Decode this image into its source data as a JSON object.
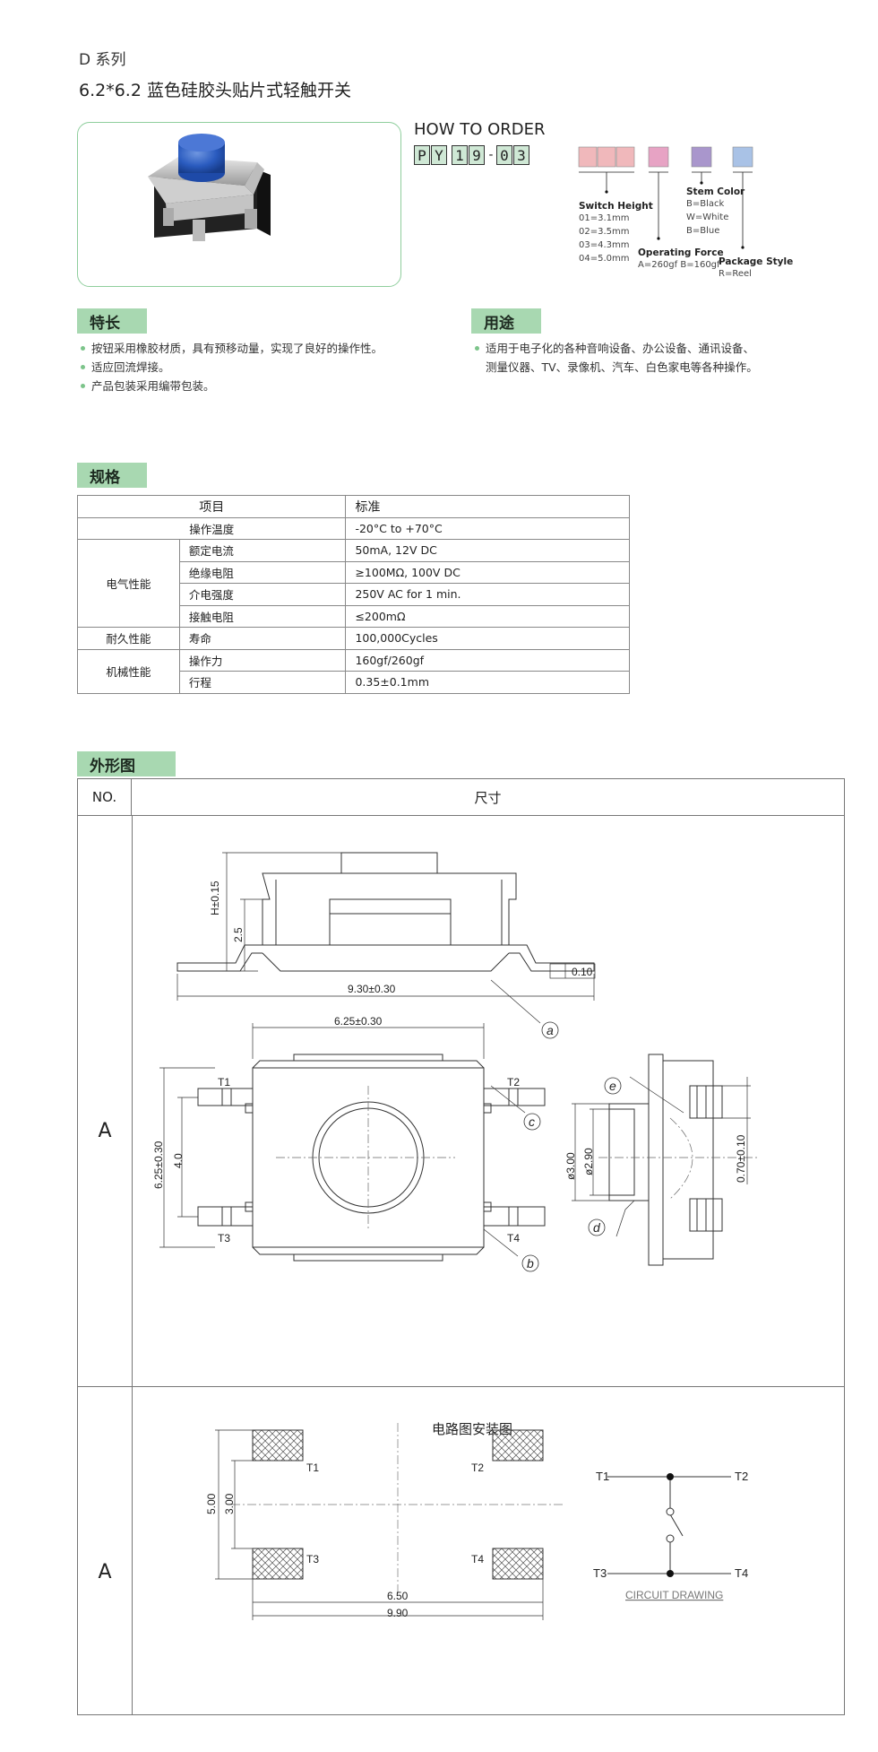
{
  "header": {
    "series": "D 系列",
    "title": "6.2*6.2 蓝色硅胶头贴片式轻触开关"
  },
  "how_to_order": {
    "heading": "HOW TO ORDER",
    "code_chars": [
      "P",
      "Y",
      "1",
      "9",
      "-",
      "0",
      "3"
    ],
    "switch_height": {
      "label": "Switch Height",
      "options": [
        "01=3.1mm",
        "02=3.5mm",
        "03=4.3mm",
        "04=5.0mm"
      ]
    },
    "operating_force": {
      "label": "Operating Force",
      "options": [
        "A=260gf  B=160gf"
      ]
    },
    "stem_color": {
      "label": "Stem Color",
      "options": [
        "B=Black",
        "W=White",
        "B=Blue"
      ]
    },
    "package_style": {
      "label": "Package Style",
      "options": [
        "R=Reel"
      ]
    },
    "colors": {
      "height_box": "#f0b8bb",
      "force_box": "#e7a3c4",
      "stem_box": "#a996cc",
      "package_box": "#a9c2e6"
    }
  },
  "features": {
    "tag": "特长",
    "items": [
      "按钮采用橡胶材质，具有预移动量，实现了良好的操作性。",
      "适应回流焊接。",
      "产品包装采用编带包装。"
    ]
  },
  "applications": {
    "tag": "用途",
    "items": [
      "适用于电子化的各种音响设备、办公设备、通讯设备、\n测量仪器、TV、录像机、汽车、白色家电等各种操作。"
    ]
  },
  "spec": {
    "tag": "规格",
    "headers": [
      "项目",
      "标准"
    ],
    "rows": {
      "temp": {
        "item": "操作温度",
        "value": "-20°C to +70°C"
      },
      "elec_group": "电气性能",
      "rated_current": {
        "item": "额定电流",
        "value": "50mA, 12V DC"
      },
      "insulation": {
        "item": "绝缘电阻",
        "value": "≥100MΩ, 100V DC"
      },
      "dielectric": {
        "item": "介电强度",
        "value": "250V AC for 1 min."
      },
      "contact": {
        "item": "接触电阻",
        "value": "≤200mΩ"
      },
      "durability_group": "耐久性能",
      "life": {
        "item": "寿命",
        "value": "100,000Cycles"
      },
      "mech_group": "机械性能",
      "force": {
        "item": "操作力",
        "value": "160gf/260gf"
      },
      "travel": {
        "item": "行程",
        "value": "0.35±0.1mm"
      }
    }
  },
  "outline": {
    "tag": "外形图",
    "col_no": "NO.",
    "col_dim": "尺寸",
    "row1_label": "A",
    "row2_label": "A",
    "circuit_title": "电路图安装图",
    "dims": {
      "height": "H±0.15",
      "h25": "2.5",
      "width_total": "9.30±0.30",
      "flatness": "0.10",
      "top_width": "6.25±0.30",
      "side_height": "6.25±0.30",
      "pitch": "4.0",
      "d300": "ø3.00",
      "d290": "ø2.90",
      "d070": "0.70±0.10",
      "pad_h1": "5.00",
      "pad_h2": "3.00",
      "pad_w1": "6.50",
      "pad_w2": "9.90"
    },
    "callouts": [
      "a",
      "b",
      "c",
      "d",
      "e"
    ],
    "terminals": [
      "T1",
      "T2",
      "T3",
      "T4"
    ],
    "circuit_caption": "CIRCUIT DRAWING"
  }
}
